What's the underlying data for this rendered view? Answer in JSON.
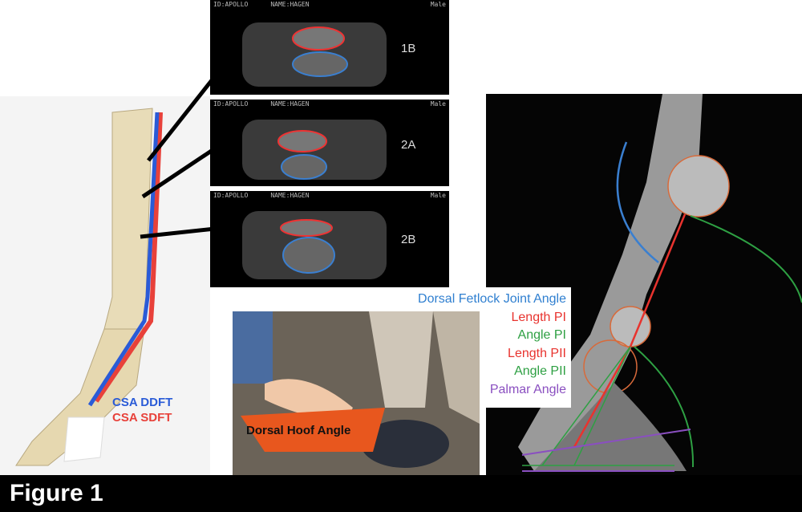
{
  "figure_label": "Figure 1",
  "anatomy": {
    "label_ddft": "CSA DDFT",
    "label_sdft": "CSA SDFT",
    "color_ddft": "#2a5bd7",
    "color_sdft": "#e8413a"
  },
  "ultrasound": {
    "header": {
      "id": "ID:APOLLO",
      "name": "NAME:HAGEN",
      "sex": "Male"
    },
    "panels": [
      {
        "label": "1B"
      },
      {
        "label": "2A"
      },
      {
        "label": "2B"
      }
    ]
  },
  "photo": {
    "label": "Dorsal Hoof Angle"
  },
  "legend": [
    {
      "text": "Dorsal Fetlock Joint Angle",
      "color": "#2f7fd0"
    },
    {
      "text": "Length PI",
      "color": "#e8332e"
    },
    {
      "text": "Angle PI",
      "color": "#2ea043"
    },
    {
      "text": "Length PII",
      "color": "#e8332e"
    },
    {
      "text": "Angle PII",
      "color": "#2ea043"
    },
    {
      "text": "Palmar Angle",
      "color": "#8a4fc0"
    }
  ]
}
